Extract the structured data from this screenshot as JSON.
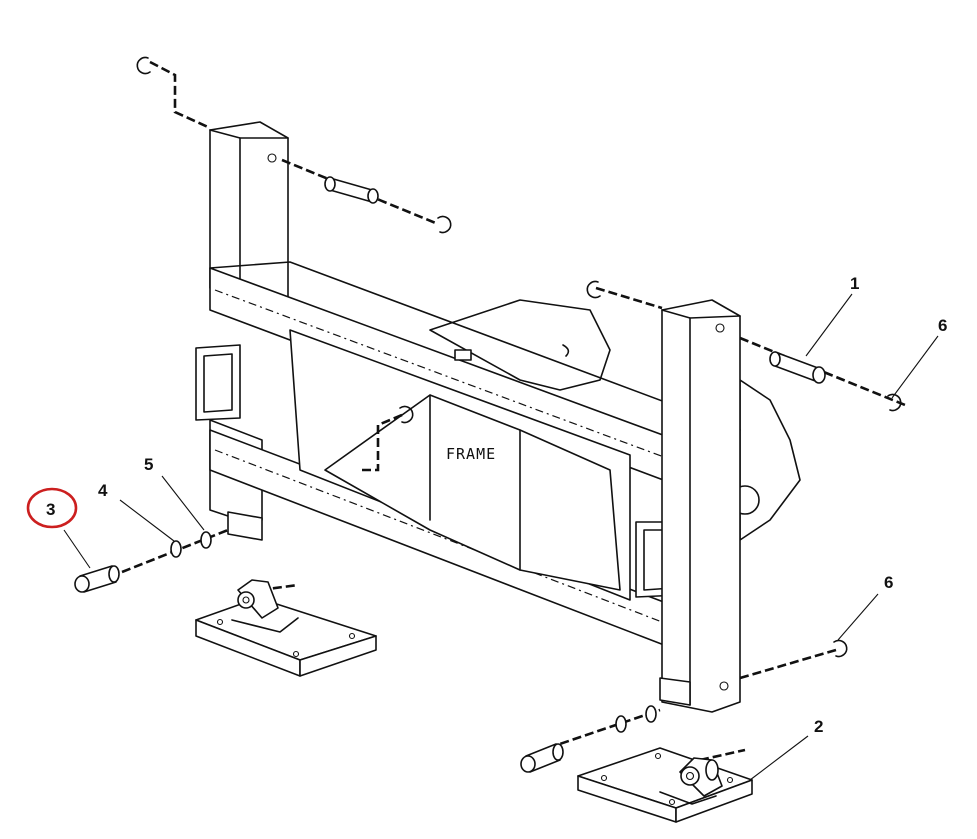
{
  "diagram": {
    "frame_label": "FRAME",
    "callouts": [
      {
        "id": "callout-1",
        "text": "1"
      },
      {
        "id": "callout-2",
        "text": "2"
      },
      {
        "id": "callout-3",
        "text": "3",
        "highlighted": true
      },
      {
        "id": "callout-4",
        "text": "4"
      },
      {
        "id": "callout-5",
        "text": "5"
      },
      {
        "id": "callout-6a",
        "text": "6"
      },
      {
        "id": "callout-6b",
        "text": "6"
      }
    ],
    "highlight_color": "#cc1f1f",
    "line_color": "#111111"
  }
}
